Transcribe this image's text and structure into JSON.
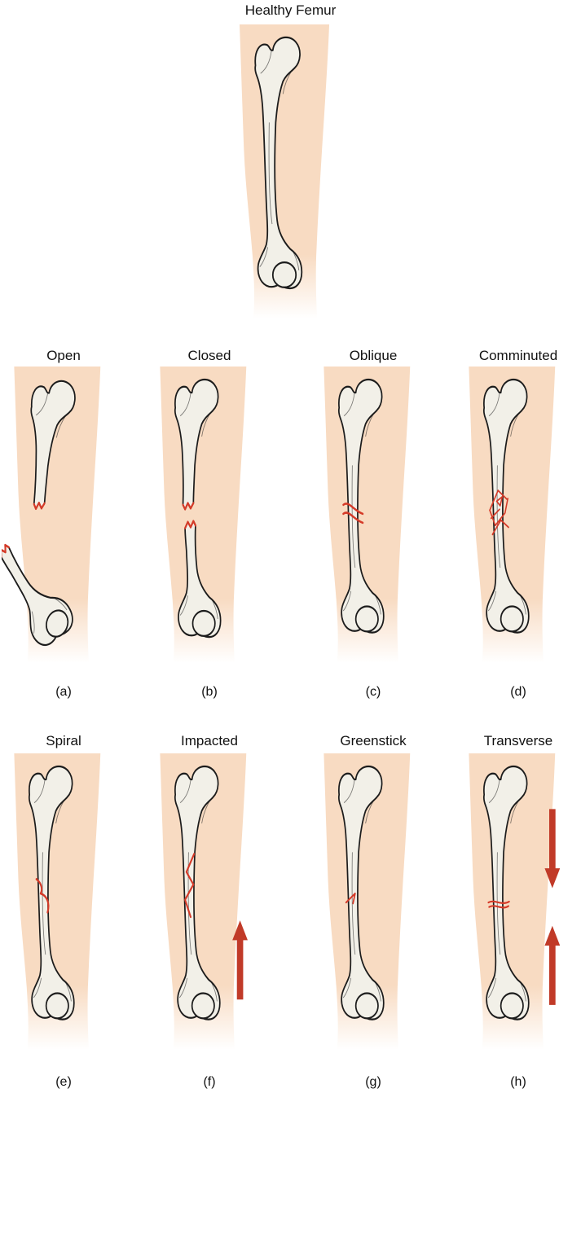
{
  "title": "Healthy Femur",
  "rows": [
    {
      "fractures": [
        {
          "name": "Open",
          "letter": "(a)"
        },
        {
          "name": "Closed",
          "letter": "(b)"
        },
        {
          "name": "Oblique",
          "letter": "(c)"
        },
        {
          "name": "Comminuted",
          "letter": "(d)"
        }
      ]
    },
    {
      "fractures": [
        {
          "name": "Spiral",
          "letter": "(e)"
        },
        {
          "name": "Impacted",
          "letter": "(f)"
        },
        {
          "name": "Greenstick",
          "letter": "(g)"
        },
        {
          "name": "Transverse",
          "letter": "(h)"
        }
      ]
    }
  ],
  "icons": {
    "impacted": [
      "up-arrow"
    ],
    "transverse": [
      "down-arrow",
      "up-arrow"
    ]
  },
  "colors": {
    "skin": "#F8DBC2",
    "bone_fill": "#F2F0E8",
    "bone_outline": "#1C1C1C",
    "fracture_line_red": "#D53A28",
    "arrow_red": "#C13A28",
    "text": "#111111",
    "background": "#FFFFFF"
  }
}
